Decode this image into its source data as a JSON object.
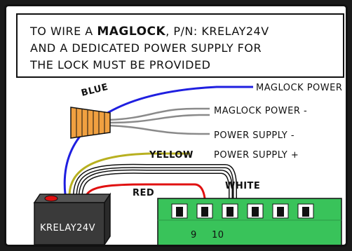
{
  "caption": {
    "line1_prefix": "To wire a",
    "line1_strong": "MAGLOCK",
    "line1_suffix": ", P/N: KRELAY24V",
    "line2": "and a dedicated power supply for",
    "line3": "the lock must be provided"
  },
  "wires": {
    "blue": "BLUE",
    "yellow": "YELLOW",
    "red": "RED",
    "white": "WHITE"
  },
  "connections": {
    "maglock_pos": "MAGLOCK POWER +",
    "maglock_neg": "MAGLOCK POWER -",
    "supply_neg": "POWER SUPPLY -",
    "supply_pos": "POWER SUPPLY +"
  },
  "relay": {
    "label": "KRELAY24V"
  },
  "terminals": {
    "pin_9": "9",
    "pin_10": "10"
  },
  "colors": {
    "blue": "#1f1fe0",
    "yellow": "#b8b020",
    "red": "#e01010",
    "gray": "#8a8a8a",
    "relay_body": "#3a3a3a",
    "terminal_green": "#39c35a",
    "wire_nut": "#f0a040"
  }
}
